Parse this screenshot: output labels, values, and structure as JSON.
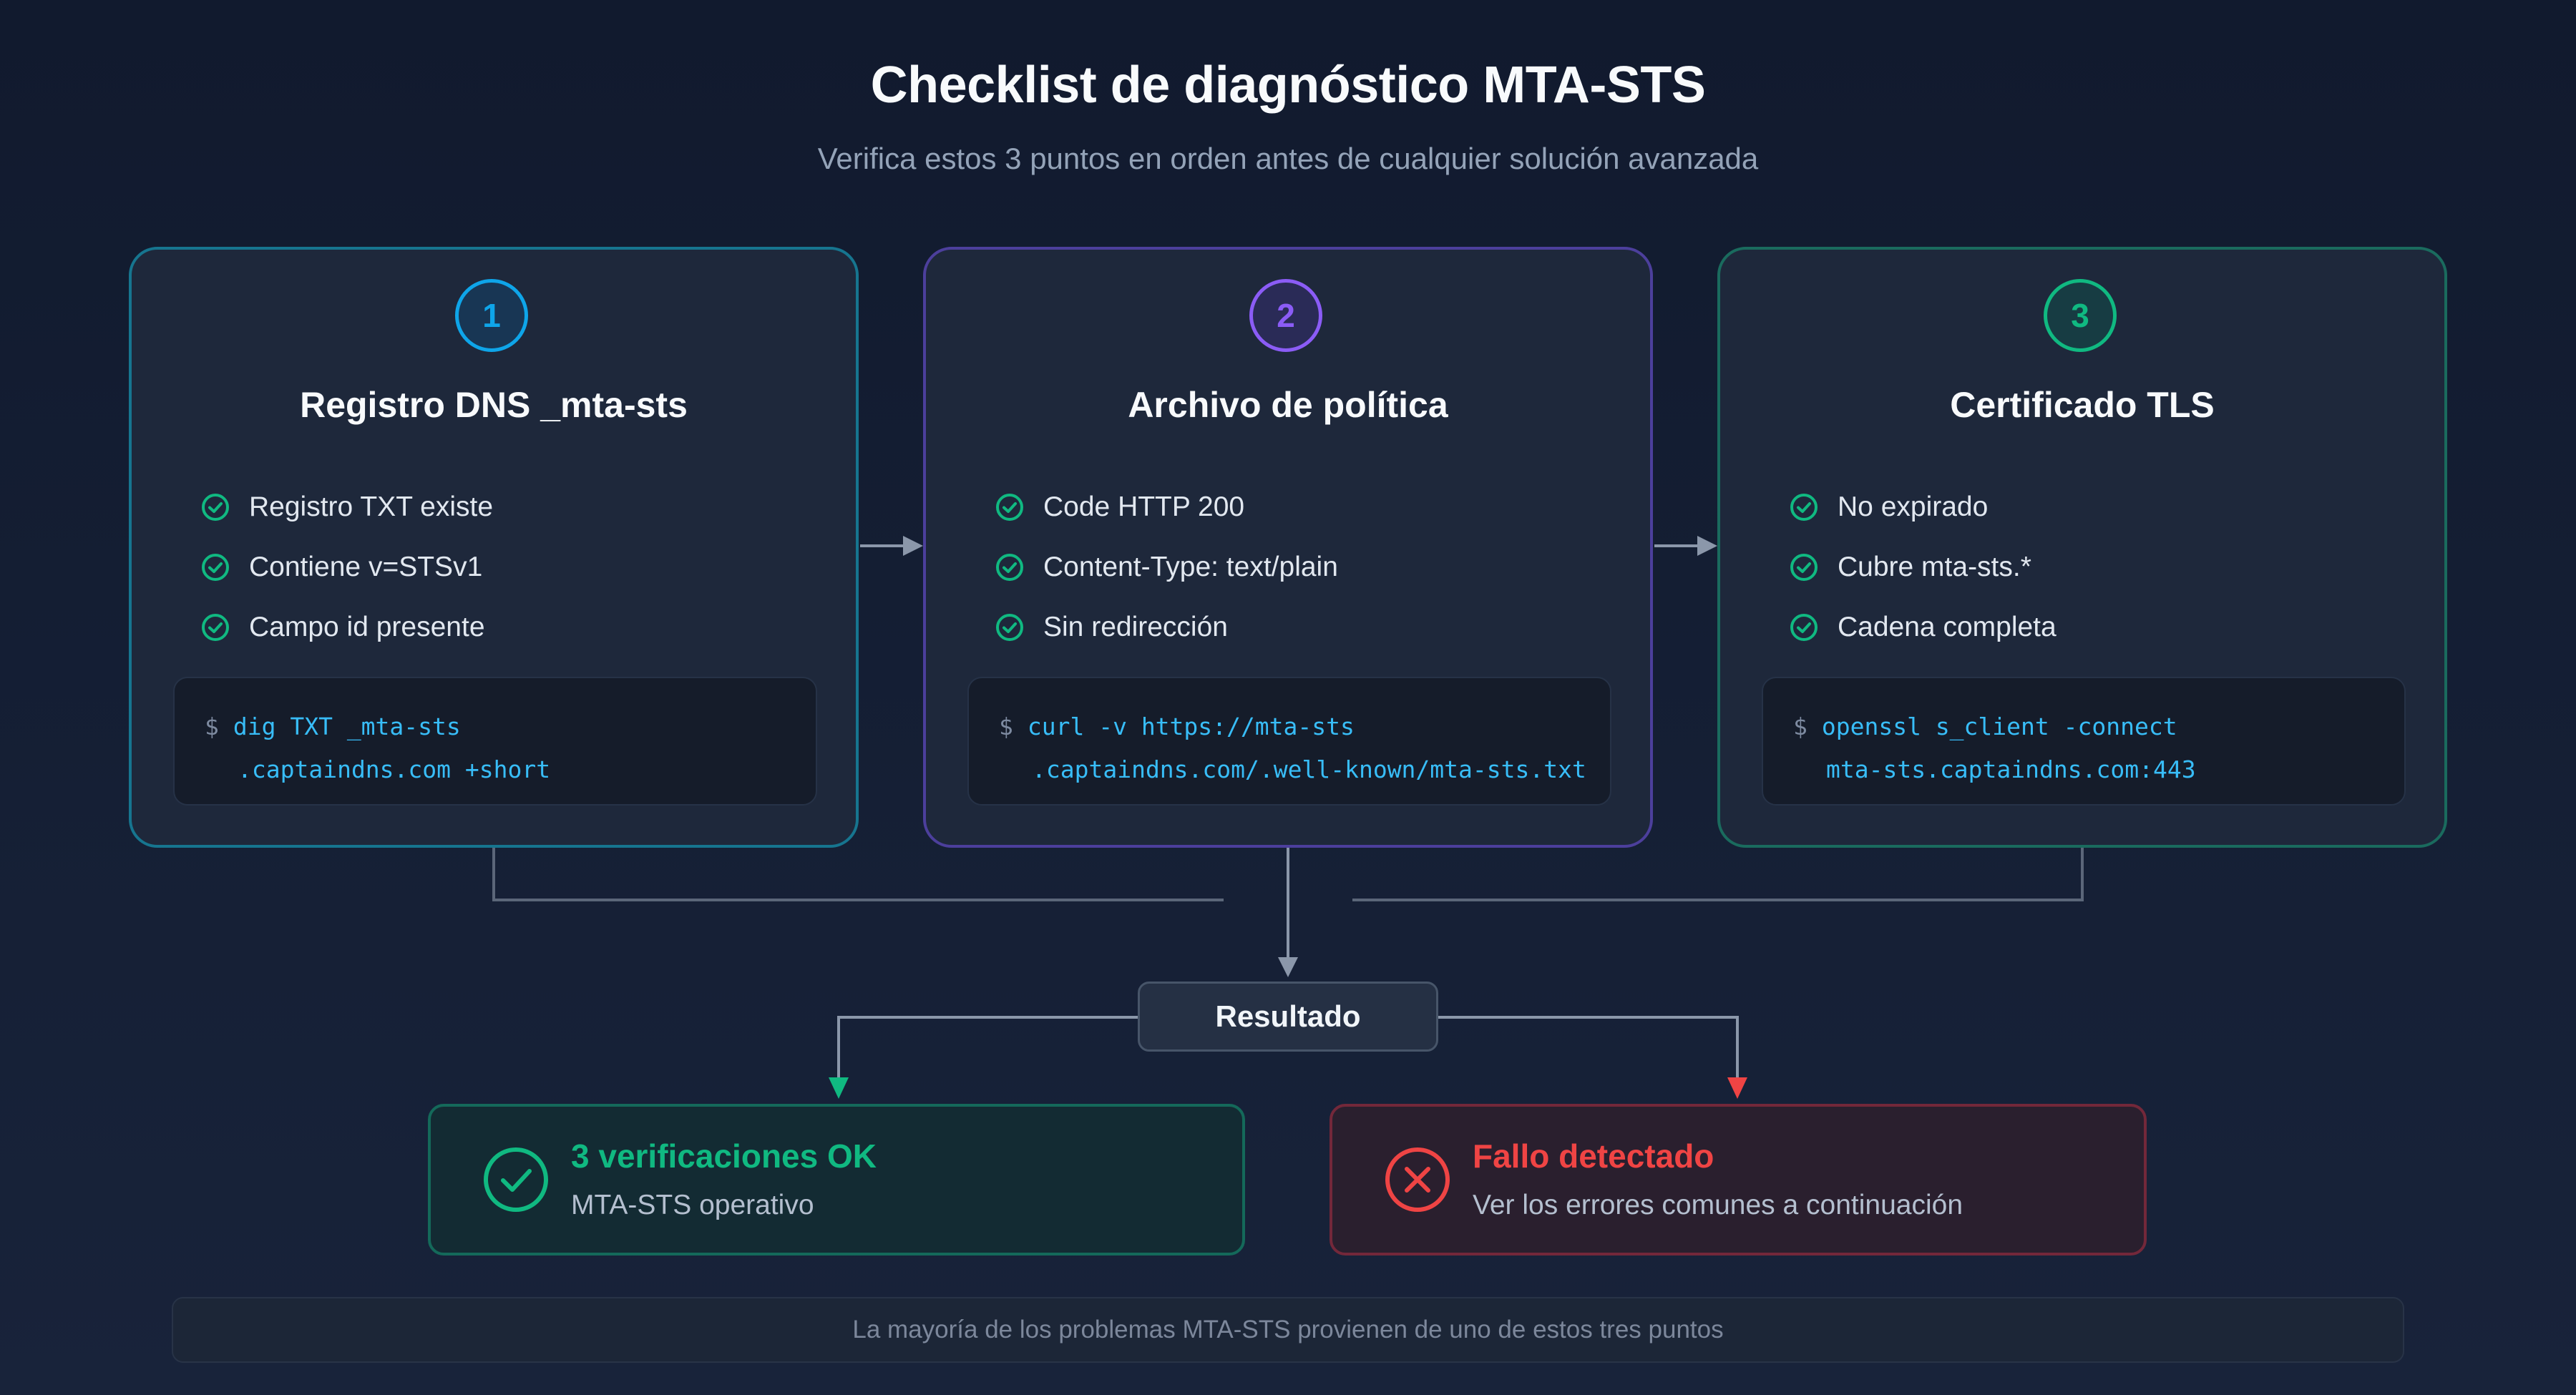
{
  "header": {
    "title": "Checklist de diagnóstico MTA-STS",
    "subtitle": "Verifica estos 3 puntos en orden antes de cualquier solución avanzada"
  },
  "steps": [
    {
      "number": "1",
      "title": "Registro DNS _mta-sts",
      "accent": "#0ea5e9",
      "checks": [
        "Registro TXT existe",
        "Contiene v=STSv1",
        "Campo id presente"
      ],
      "command_prompt": "$",
      "command_line1": "dig TXT _mta-sts",
      "command_line2": ".captaindns.com +short"
    },
    {
      "number": "2",
      "title": "Archivo de política",
      "accent": "#8b5cf6",
      "checks": [
        "Code HTTP 200",
        "Content-Type: text/plain",
        "Sin redirección"
      ],
      "command_prompt": "$",
      "command_line1": "curl -v https://mta-sts",
      "command_line2": ".captaindns.com/.well-known/mta-sts.txt"
    },
    {
      "number": "3",
      "title": "Certificado TLS",
      "accent": "#10b981",
      "checks": [
        "No expirado",
        "Cubre mta-sts.*",
        "Cadena completa"
      ],
      "command_prompt": "$",
      "command_line1": "openssl s_client -connect",
      "command_line2": "mta-sts.captaindns.com:443"
    }
  ],
  "result": {
    "label": "Resultado",
    "success": {
      "title": "3 verificaciones OK",
      "subtitle": "MTA-STS operativo",
      "color": "#10b981",
      "icon": "check-circle-icon"
    },
    "failure": {
      "title": "Fallo detectado",
      "subtitle": "Ver los errores comunes a continuación",
      "color": "#ef4444",
      "icon": "x-circle-icon"
    }
  },
  "footer": {
    "note": "La mayoría de los problemas MTA-STS provienen de uno de estos tres puntos"
  }
}
